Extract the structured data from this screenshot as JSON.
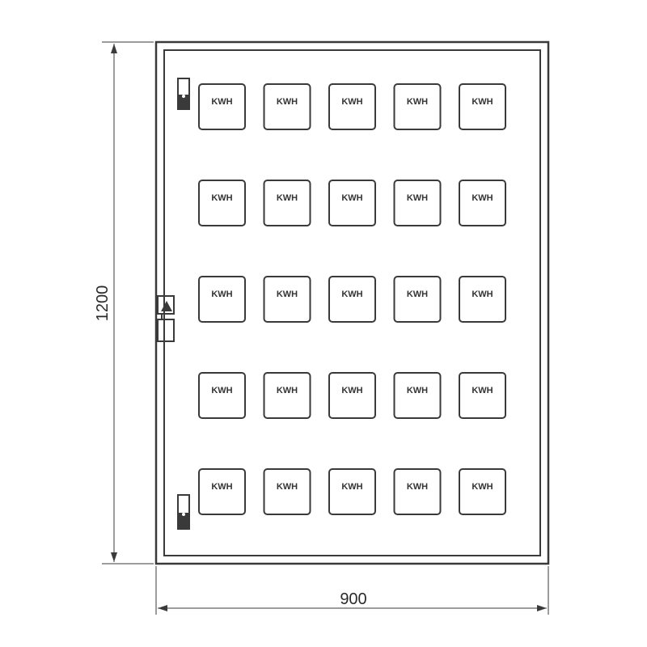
{
  "dimensions": {
    "height_label": "1200",
    "width_label": "900"
  },
  "meters": {
    "rows": 5,
    "cols": 5,
    "label": "KWH"
  },
  "colors": {
    "line": "#3a3a3a",
    "background": "#ffffff"
  }
}
